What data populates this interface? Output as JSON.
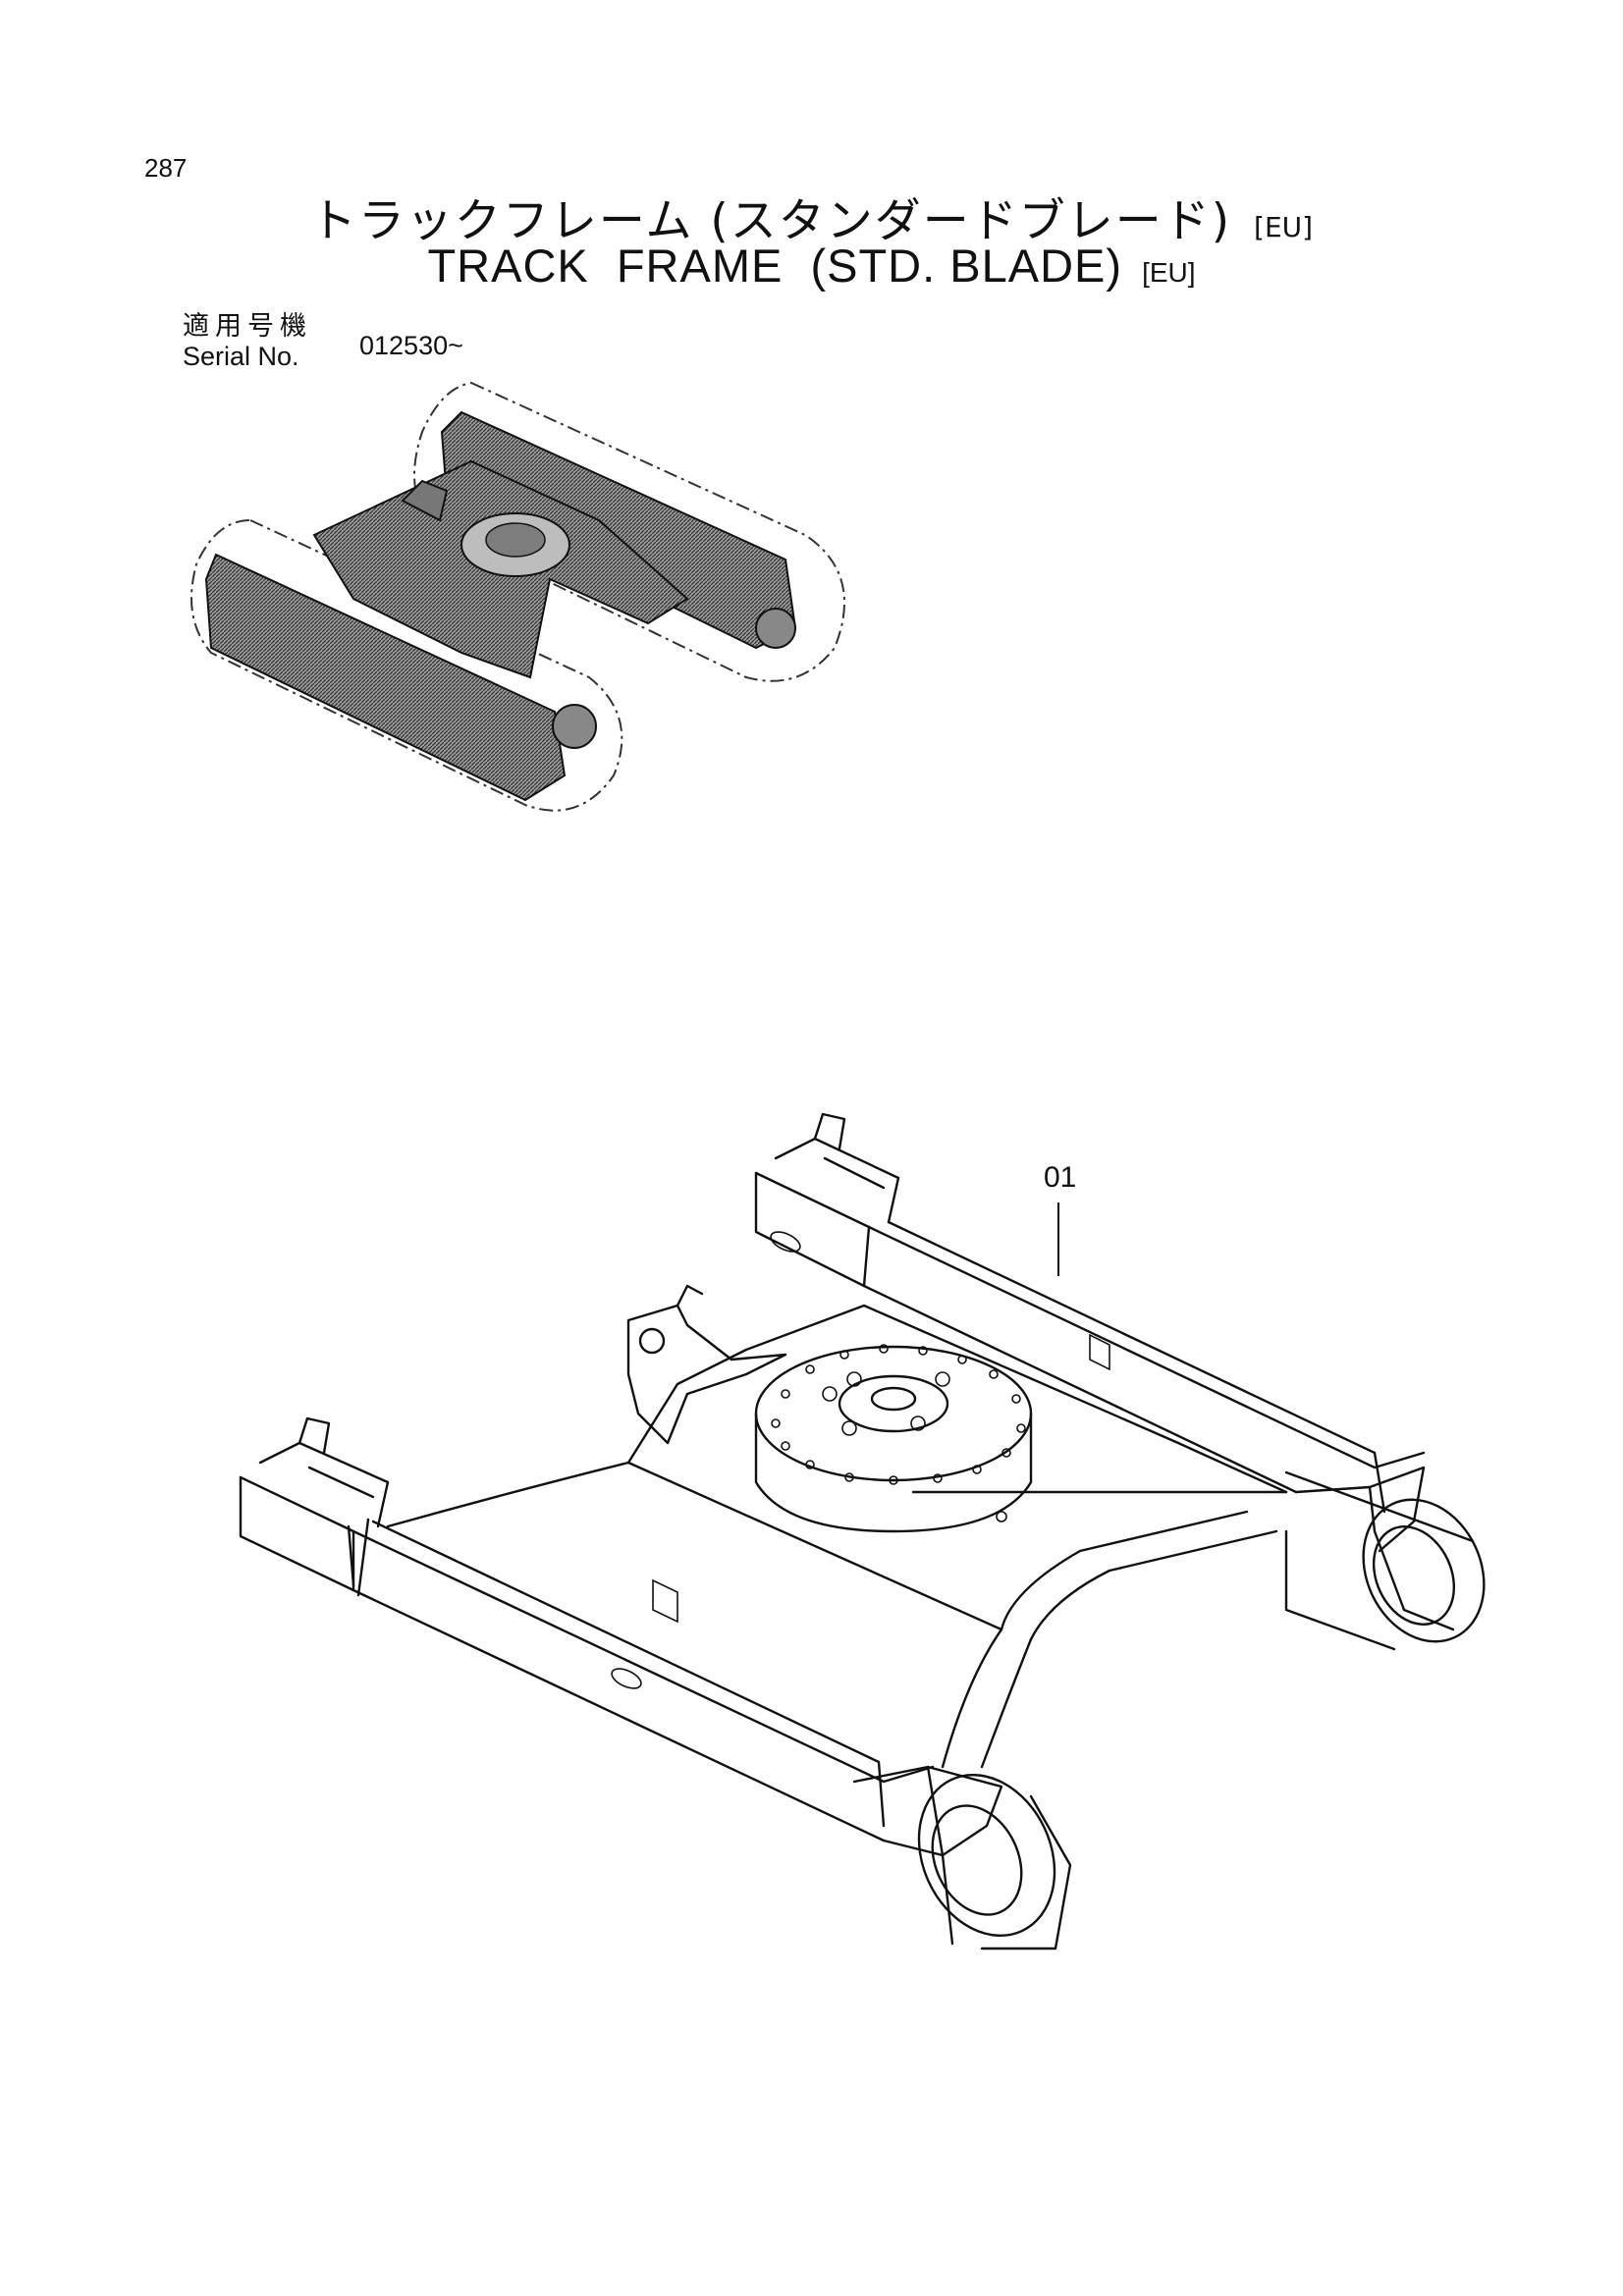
{
  "page_number": "287",
  "title": {
    "japanese": "トラックフレーム (スタンダードブレード)",
    "english": "TRACK  FRAME  (STD. BLADE)",
    "tag": "[EU]"
  },
  "serial": {
    "label_japanese": "適用号機",
    "label_english": "Serial No.",
    "value": "012530~"
  },
  "callouts": [
    {
      "label": "01"
    }
  ]
}
